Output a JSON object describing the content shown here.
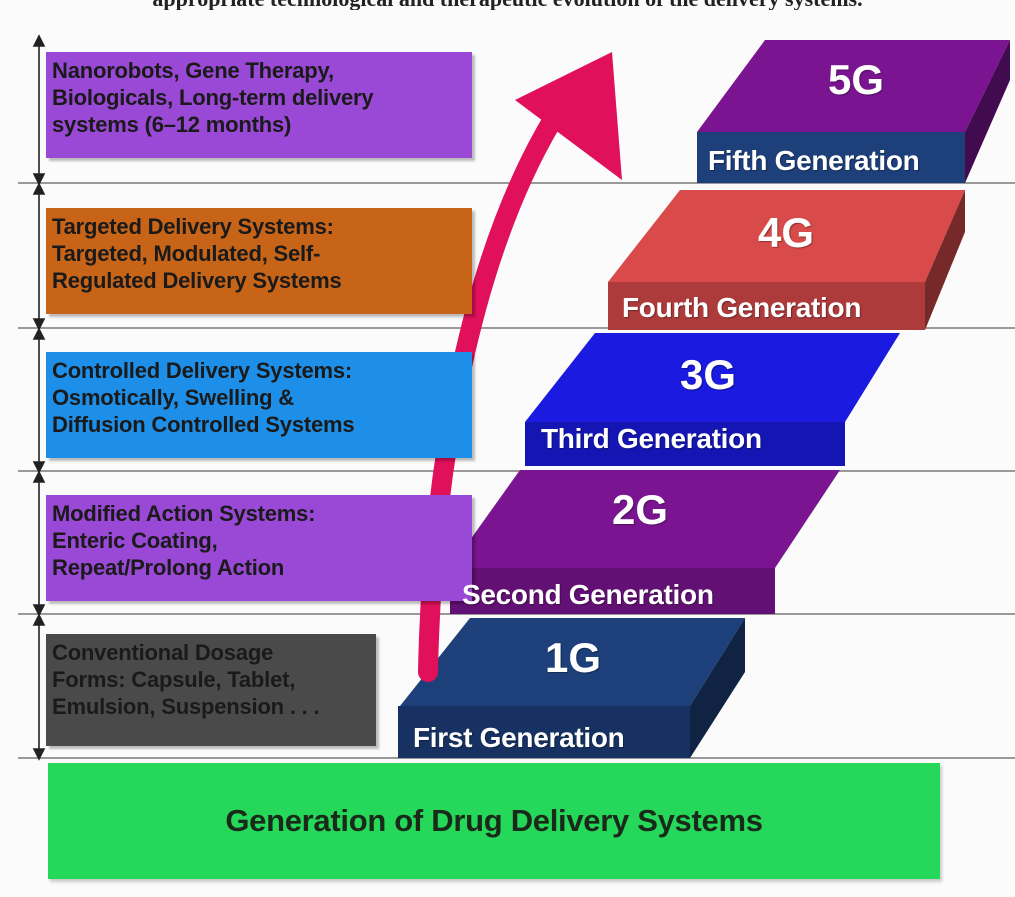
{
  "caption": "appropriate technological and therapeutic evolution of the delivery systems.",
  "footer_title": "Generation of Drug Delivery Systems",
  "generations": [
    {
      "code": "1G",
      "name": "First Generation",
      "color": "#1d3f7a",
      "description": "Conventional Dosage\nForms: Capsule, Tablet,\nEmulsion, Suspension . . .",
      "description_color": "#4a4a4a"
    },
    {
      "code": "2G",
      "name": "Second Generation",
      "color": "#7a1490",
      "description": "Modified Action Systems:\nEnteric Coating,\nRepeat/Prolong Action",
      "description_color": "#9a48d6"
    },
    {
      "code": "3G",
      "name": "Third Generation",
      "color": "#1a1ae0",
      "description": "Controlled Delivery Systems:\nOsmotically, Swelling &\nDiffusion Controlled Systems",
      "description_color": "#1e8fe8"
    },
    {
      "code": "4G",
      "name": "Fourth Generation",
      "color": "#d94a4a",
      "description": "Targeted Delivery Systems:\nTargeted, Modulated, Self-\nRegulated Delivery Systems",
      "description_color": "#c86418"
    },
    {
      "code": "5G",
      "name": "Fifth Generation",
      "color": "#7a1490",
      "description": "Nanorobots, Gene Therapy,\nBiologicals, Long-term delivery\nsystems (6–12 months)",
      "description_color": "#9a48d6"
    }
  ],
  "arrow_color": "#e0105a",
  "fifth_label_band_color": "#1d3f7a"
}
